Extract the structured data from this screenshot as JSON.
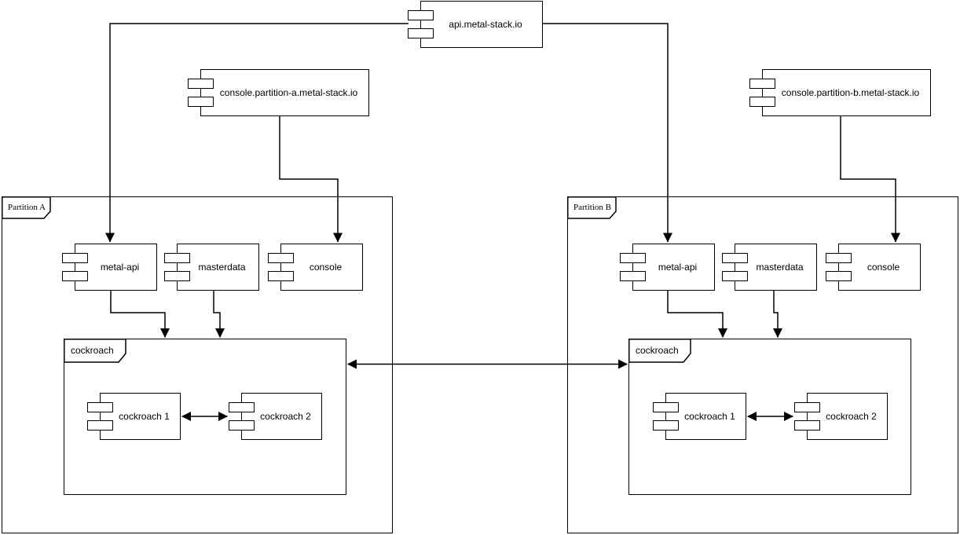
{
  "diagram": {
    "type": "uml-component-diagram",
    "nodes": {
      "api": "api.metal-stack.io",
      "console_a": "console.partition-a.metal-stack.io",
      "console_b": "console.partition-b.metal-stack.io"
    },
    "partition_a": {
      "label": "Partition A",
      "metal_api": "metal-api",
      "masterdata": "masterdata",
      "console": "console",
      "cockroach": {
        "label": "cockroach",
        "node1": "cockroach 1",
        "node2": "cockroach 2"
      }
    },
    "partition_b": {
      "label": "Partition B",
      "metal_api": "metal-api",
      "masterdata": "masterdata",
      "console": "console",
      "cockroach": {
        "label": "cockroach",
        "node1": "cockroach 1",
        "node2": "cockroach 2"
      }
    },
    "edges": [
      {
        "from": "api.metal-stack.io",
        "to": "Partition A / metal-api",
        "style": "arrow"
      },
      {
        "from": "api.metal-stack.io",
        "to": "Partition B / metal-api",
        "style": "arrow"
      },
      {
        "from": "console.partition-a.metal-stack.io",
        "to": "Partition A / console",
        "style": "arrow"
      },
      {
        "from": "console.partition-b.metal-stack.io",
        "to": "Partition B / console",
        "style": "arrow"
      },
      {
        "from": "Partition A / metal-api",
        "to": "Partition A / cockroach",
        "style": "arrow"
      },
      {
        "from": "Partition A / masterdata",
        "to": "Partition A / cockroach",
        "style": "arrow"
      },
      {
        "from": "Partition B / metal-api",
        "to": "Partition B / cockroach",
        "style": "arrow"
      },
      {
        "from": "Partition B / masterdata",
        "to": "Partition B / cockroach",
        "style": "arrow"
      },
      {
        "from": "Partition A / cockroach 1",
        "to": "Partition A / cockroach 2",
        "style": "double-arrow"
      },
      {
        "from": "Partition B / cockroach 1",
        "to": "Partition B / cockroach 2",
        "style": "double-arrow"
      },
      {
        "from": "Partition A / cockroach",
        "to": "Partition B / cockroach",
        "style": "double-arrow"
      }
    ],
    "colors": {
      "stroke": "#000000",
      "fill": "#ffffff",
      "background": "#ffffff"
    }
  }
}
